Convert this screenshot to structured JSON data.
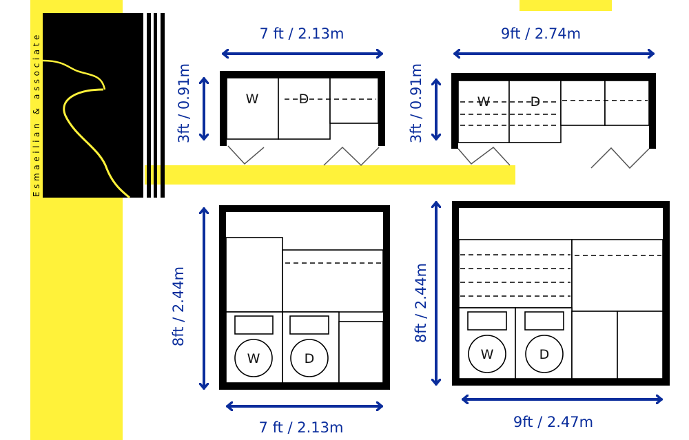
{
  "logo": {
    "text": "Esmaeilian & associate"
  },
  "colors": {
    "accent_yellow": "#fff23a",
    "dimension_blue": "#0a2d9c",
    "wall": "#000000"
  },
  "plans": [
    {
      "id": "plan-7x3",
      "width_label": "7 ft / 2.13m",
      "depth_label": "3ft / 0.91m",
      "washer": "W",
      "dryer": "D"
    },
    {
      "id": "plan-9x3",
      "width_label": "9ft / 2.74m",
      "depth_label": "3ft / 0.91m",
      "washer": "W",
      "dryer": "D"
    },
    {
      "id": "plan-7x8",
      "width_label": "7 ft / 2.13m",
      "depth_label": "8ft / 2.44m",
      "washer": "W",
      "dryer": "D"
    },
    {
      "id": "plan-9x8",
      "width_label": "9ft / 2.47m",
      "depth_label": "8ft / 2.44m",
      "washer": "W",
      "dryer": "D"
    }
  ]
}
